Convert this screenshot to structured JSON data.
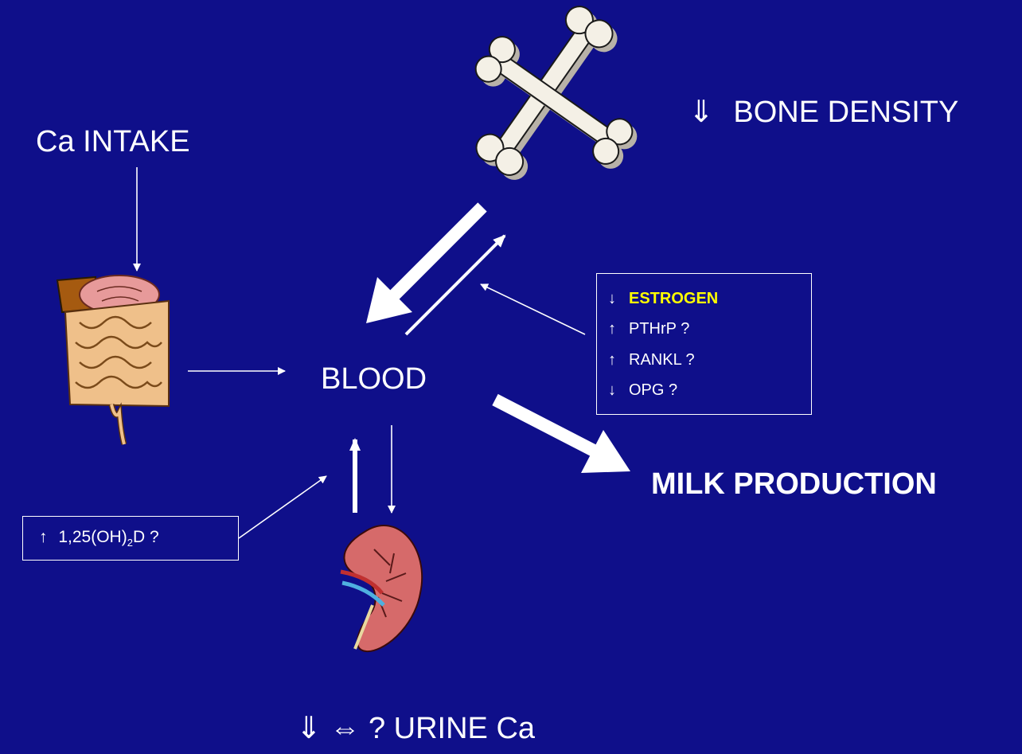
{
  "labels": {
    "ca_intake": "Ca INTAKE",
    "bone_density_arrow": "⇓",
    "bone_density": "BONE DENSITY",
    "blood": "BLOOD",
    "milk_production": "MILK PRODUCTION",
    "urine_arrows": "⇓ ⇔ ?",
    "urine_ca": "URINE Ca"
  },
  "hormone_box": {
    "items": [
      {
        "arrow": "↓",
        "name": "ESTROGEN"
      },
      {
        "arrow": "↑",
        "name": "PTHrP ?"
      },
      {
        "arrow": "↑",
        "name": "RANKL ?"
      },
      {
        "arrow": "↓",
        "name": "OPG ?"
      }
    ]
  },
  "vitd_box": {
    "arrow": "↑",
    "prefix": "1,25(OH)",
    "subscript": "2",
    "suffix": "D ?"
  },
  "colors": {
    "background": "#0f0f8a",
    "text": "#ffffff",
    "highlight": "#ffff00"
  },
  "icons": [
    "bones-icon",
    "intestine-icon",
    "kidney-icon"
  ]
}
